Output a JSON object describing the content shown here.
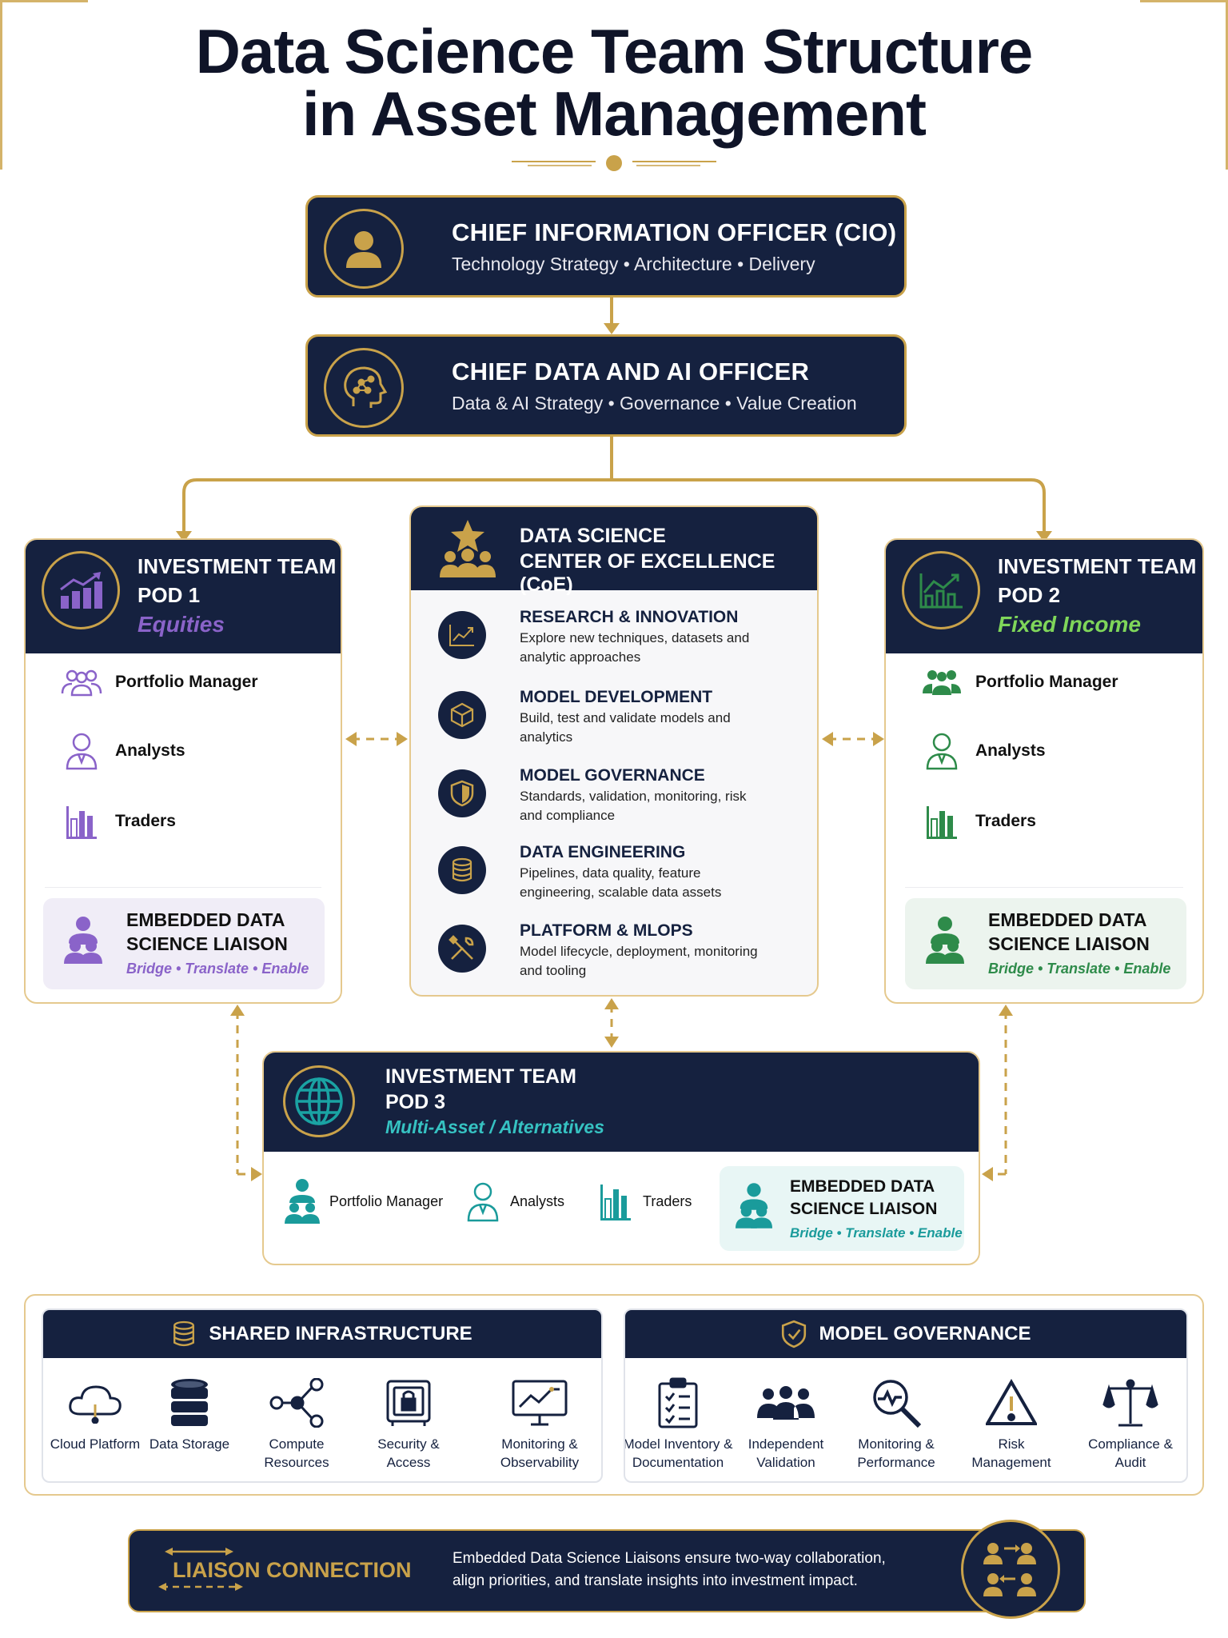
{
  "title": {
    "line1": "Data Science Team Structure",
    "line2": "in Asset Management"
  },
  "cio": {
    "title": "CHIEF INFORMATION OFFICER (CIO)",
    "subtitle": "Technology Strategy • Architecture • Delivery"
  },
  "cdao": {
    "title": "CHIEF DATA AND AI OFFICER",
    "subtitle": "Data & AI Strategy • Governance • Value Creation"
  },
  "pod1": {
    "line1": "INVESTMENT TEAM",
    "line2": "POD 1",
    "line3": "Equities",
    "accent": "#8a63c9",
    "roles": [
      "Portfolio Manager",
      "Analysts",
      "Traders"
    ],
    "liaison": {
      "line1": "EMBEDDED DATA",
      "line2": "SCIENCE LIAISON",
      "tag": "Bridge • Translate • Enable"
    }
  },
  "pod2": {
    "line1": "INVESTMENT TEAM",
    "line2": "POD 2",
    "line3": "Fixed Income",
    "accent": "#2e8b4a",
    "roles": [
      "Portfolio Manager",
      "Analysts",
      "Traders"
    ],
    "liaison": {
      "line1": "EMBEDDED DATA",
      "line2": "SCIENCE LIAISON",
      "tag": "Bridge • Translate • Enable"
    }
  },
  "pod3": {
    "line1": "INVESTMENT TEAM",
    "line2": "POD 3",
    "line3": "Multi-Asset / Alternatives",
    "accent": "#1a9b9b",
    "roles": [
      "Portfolio Manager",
      "Analysts",
      "Traders"
    ],
    "liaison": {
      "line1": "EMBEDDED DATA",
      "line2": "SCIENCE LIAISON",
      "tag": "Bridge • Translate • Enable"
    }
  },
  "coe": {
    "line1": "DATA SCIENCE",
    "line2": "CENTER OF EXCELLENCE (CoE)",
    "items": [
      {
        "title": "RESEARCH & INNOVATION",
        "desc": "Explore new techniques, datasets and analytic approaches",
        "icon": "chart-icon"
      },
      {
        "title": "MODEL DEVELOPMENT",
        "desc": "Build, test and validate models and analytics",
        "icon": "cube-icon"
      },
      {
        "title": "MODEL GOVERNANCE",
        "desc": "Standards, validation, monitoring, risk and compliance",
        "icon": "shield-icon"
      },
      {
        "title": "DATA ENGINEERING",
        "desc": "Pipelines, data quality, feature engineering, scalable data assets",
        "icon": "database-icon"
      },
      {
        "title": "PLATFORM & MLOPS",
        "desc": "Model lifecycle, deployment, monitoring and tooling",
        "icon": "tools-icon"
      }
    ]
  },
  "infra": {
    "title": "SHARED INFRASTRUCTURE",
    "items": [
      "Cloud Platform",
      "Data Storage",
      "Compute Resources",
      "Security & Access",
      "Monitoring & Observability"
    ]
  },
  "governance": {
    "title": "MODEL GOVERNANCE",
    "items": [
      "Model Inventory & Documentation",
      "Independent Validation",
      "Monitoring & Performance",
      "Risk Management",
      "Compliance & Audit"
    ]
  },
  "footer": {
    "label": "LIAISON CONNECTION",
    "text1": "Embedded Data Science Liaisons ensure two-way collaboration,",
    "text2": "align priorities, and translate insights into investment impact."
  }
}
